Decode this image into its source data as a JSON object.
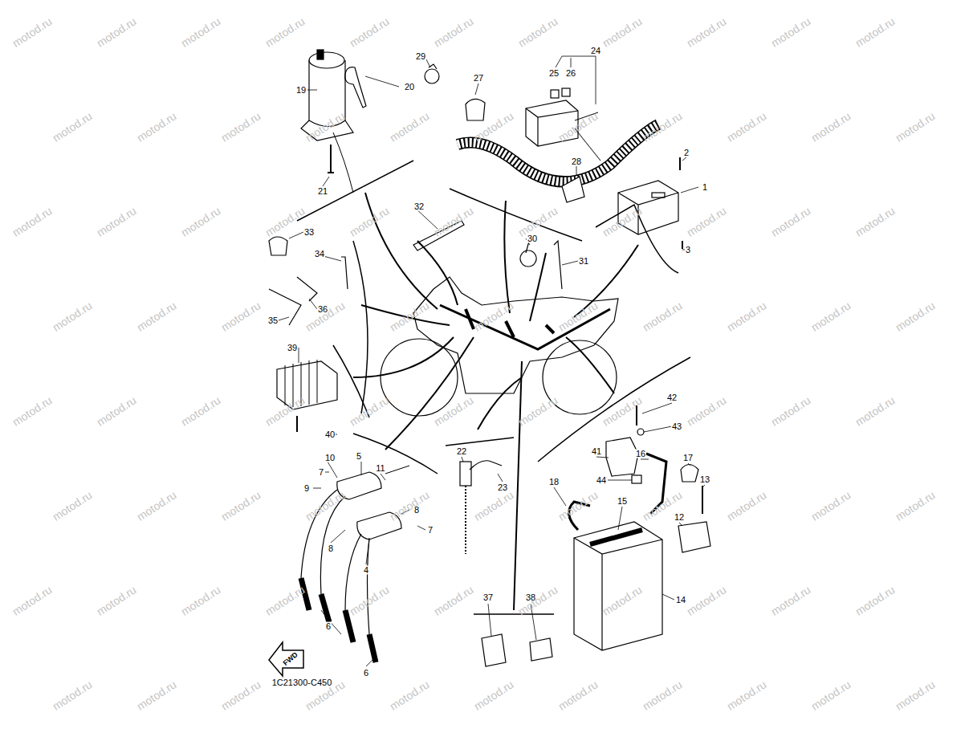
{
  "diagram": {
    "labels": [
      "1",
      "2",
      "3",
      "4",
      "5",
      "6",
      "6",
      "7",
      "7",
      "8",
      "8",
      "9",
      "10",
      "11",
      "12",
      "13",
      "14",
      "15",
      "16",
      "17",
      "18",
      "19",
      "20",
      "21",
      "22",
      "23",
      "24",
      "25",
      "26",
      "27",
      "28",
      "29",
      "30",
      "31",
      "32",
      "33",
      "34",
      "35",
      "36",
      "37",
      "38",
      "39",
      "40",
      "41",
      "42",
      "43",
      "44",
      "FWD",
      "1C21300-C450",
      "motod.ru",
      "motod.ru",
      "motod.ru",
      "motod.ru",
      "motod.ru",
      "motod.ru",
      "motod.ru",
      "motod.ru",
      "motod.ru",
      "motod.ru",
      "motod.ru",
      "motod.ru",
      "motod.ru",
      "motod.ru",
      "motod.ru",
      "motod.ru",
      "motod.ru",
      "motod.ru",
      "motod.ru",
      "motod.ru",
      "motod.ru",
      "motod.ru",
      "motod.ru",
      "motod.ru",
      "motod.ru",
      "motod.ru",
      "motod.ru",
      "motod.ru",
      "motod.ru",
      "motod.ru",
      "motod.ru",
      "motod.ru",
      "motod.ru",
      "motod.ru",
      "motod.ru",
      "motod.ru",
      "motod.ru",
      "motod.ru",
      "motod.ru",
      "motod.ru",
      "motod.ru",
      "motod.ru",
      "motod.ru",
      "motod.ru",
      "motod.ru",
      "motod.ru",
      "motod.ru",
      "motod.ru",
      "motod.ru",
      "motod.ru",
      "motod.ru",
      "motod.ru",
      "motod.ru",
      "motod.ru",
      "motod.ru",
      "motod.ru",
      "motod.ru",
      "motod.ru",
      "motod.ru",
      "motod.ru",
      "motod.ru",
      "motod.ru",
      "motod.ru",
      "motod.ru",
      "motod.ru",
      "motod.ru",
      "motod.ru",
      "motod.ru",
      "motod.ru",
      "motod.ru",
      "motod.ru",
      "motod.ru",
      "motod.ru",
      "motod.ru",
      "motod.ru",
      "motod.ru",
      "motod.ru",
      "motod.ru",
      "motod.ru",
      "motod.ru",
      "motod.ru",
      "motod.ru",
      "motod.ru",
      "motod.ru",
      "motod.ru",
      "motod.ru",
      "motod.ru",
      "motod.ru"
    ]
  }
}
